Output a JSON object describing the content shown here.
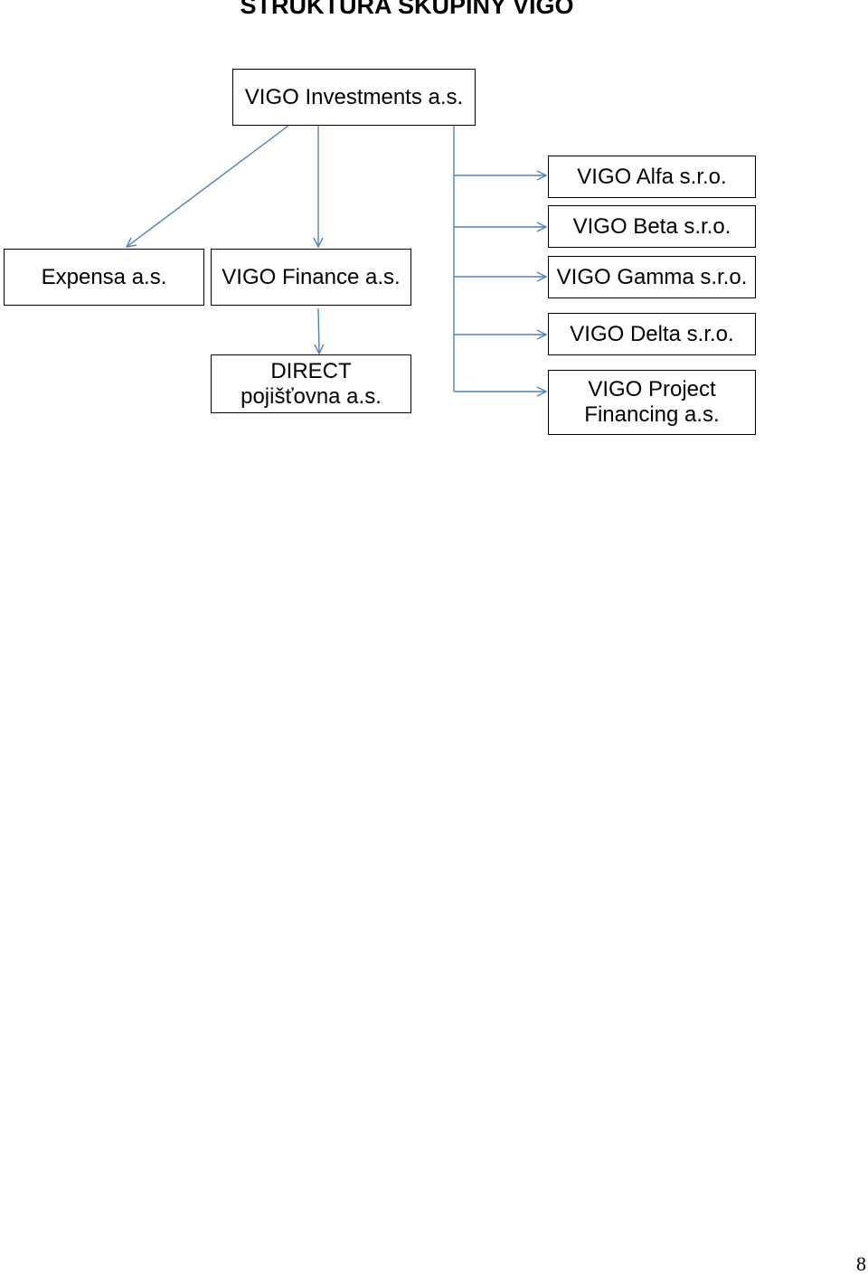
{
  "title": "STRUKTURA SKUPINY VIGO",
  "nodes": {
    "root": "VIGO Investments a.s.",
    "expensa": "Expensa a.s.",
    "finance": "VIGO Finance a.s.",
    "direct": "DIRECT pojišťovna a.s.",
    "alfa": "VIGO Alfa s.r.o.",
    "beta": "VIGO Beta s.r.o.",
    "gamma": "VIGO Gamma s.r.o.",
    "delta": "VIGO Delta s.r.o.",
    "project": "VIGO Project Financing a.s."
  },
  "edges": [
    [
      "root",
      "expensa"
    ],
    [
      "root",
      "finance"
    ],
    [
      "finance",
      "direct"
    ],
    [
      "root",
      "alfa"
    ],
    [
      "root",
      "beta"
    ],
    [
      "root",
      "gamma"
    ],
    [
      "root",
      "delta"
    ],
    [
      "root",
      "project"
    ]
  ],
  "colors": {
    "connector": "#4f81bd",
    "box_border": "#000000"
  },
  "page_number": "8"
}
